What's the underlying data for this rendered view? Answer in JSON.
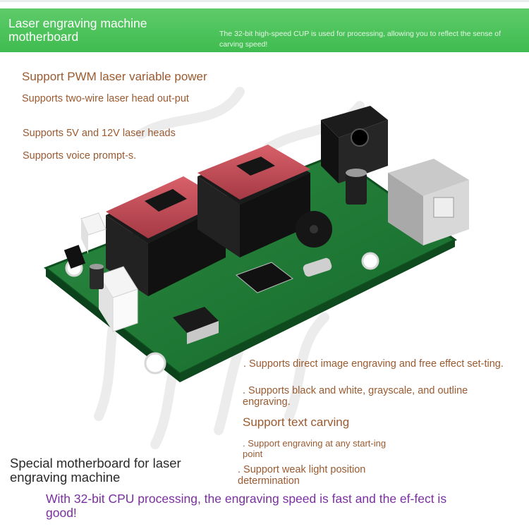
{
  "banner": {
    "title": "Laser engraving machine motherboard",
    "subtitle": "The 32-bit high-speed CUP is used for processing, allowing you to reflect the sense of carving speed!",
    "color": "#45c152"
  },
  "features_left": [
    "Support PWM laser variable power",
    "Supports two-wire laser head out-put",
    "Supports 5V and 12V laser heads",
    "Supports voice prompt-s."
  ],
  "features_right": [
    ". Supports direct image engraving and free effect set-ting.",
    ". Supports black and white, grayscale, and outline engraving.",
    "Support text carving",
    ". Support engraving at any start-ing point",
    ". Support weak light position determination"
  ],
  "bottom": {
    "title": "Special motherboard for laser engraving machine",
    "tagline": "With 32-bit CPU processing, the engraving speed is fast and the ef-fect is good!"
  },
  "colors": {
    "feature_text": "#9a5a30",
    "tagline_text": "#7a2fa0",
    "pcb_green": "#1f7a35"
  }
}
